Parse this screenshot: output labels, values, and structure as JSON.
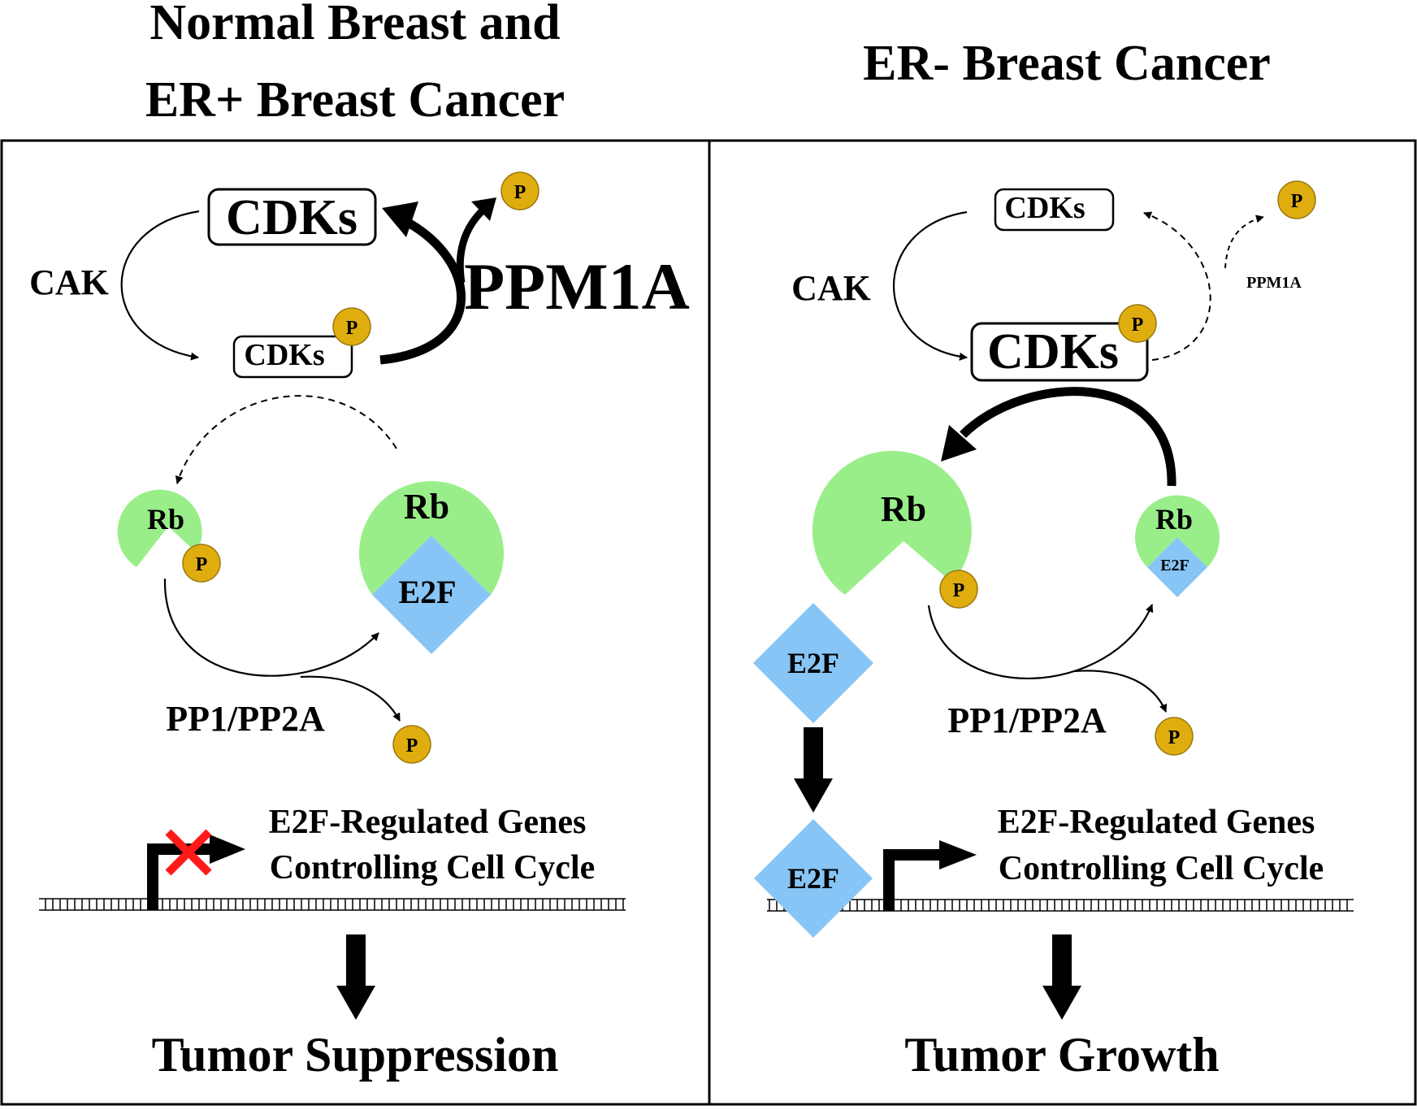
{
  "colors": {
    "rb": "#9aee8a",
    "e2f": "#86c5f5",
    "phosphate": "#e0ad0f",
    "phosphate_stroke": "#9a7a10",
    "no_transcription": "#ff1a1a"
  },
  "left": {
    "title_line1": "Normal Breast and",
    "title_line2": "ER+ Breast Cancer",
    "cdks_active": "CDKs",
    "cdks_phospho": "CDKs",
    "cak": "CAK",
    "ppm1a": "PPM1A",
    "phosphate": "P",
    "rb_phospho": "Rb",
    "rb_bound": "Rb",
    "e2f_bound": "E2F",
    "pp1_pp2a": "PP1/PP2A",
    "genes_line1": "E2F-Regulated Genes",
    "genes_line2": "Controlling Cell Cycle",
    "outcome": "Tumor Suppression"
  },
  "right": {
    "title": "ER- Breast Cancer",
    "cdks_small": "CDKs",
    "cdks_large": "CDKs",
    "cak": "CAK",
    "ppm1a": "PPM1A",
    "phosphate": "P",
    "rb_phospho": "Rb",
    "rb_bound": "Rb",
    "e2f_bound": "E2F",
    "e2f_free": "E2F",
    "e2f_promoter": "E2F",
    "pp1_pp2a": "PP1/PP2A",
    "genes_line1": "E2F-Regulated Genes",
    "genes_line2": "Controlling Cell Cycle",
    "outcome": "Tumor Growth"
  }
}
